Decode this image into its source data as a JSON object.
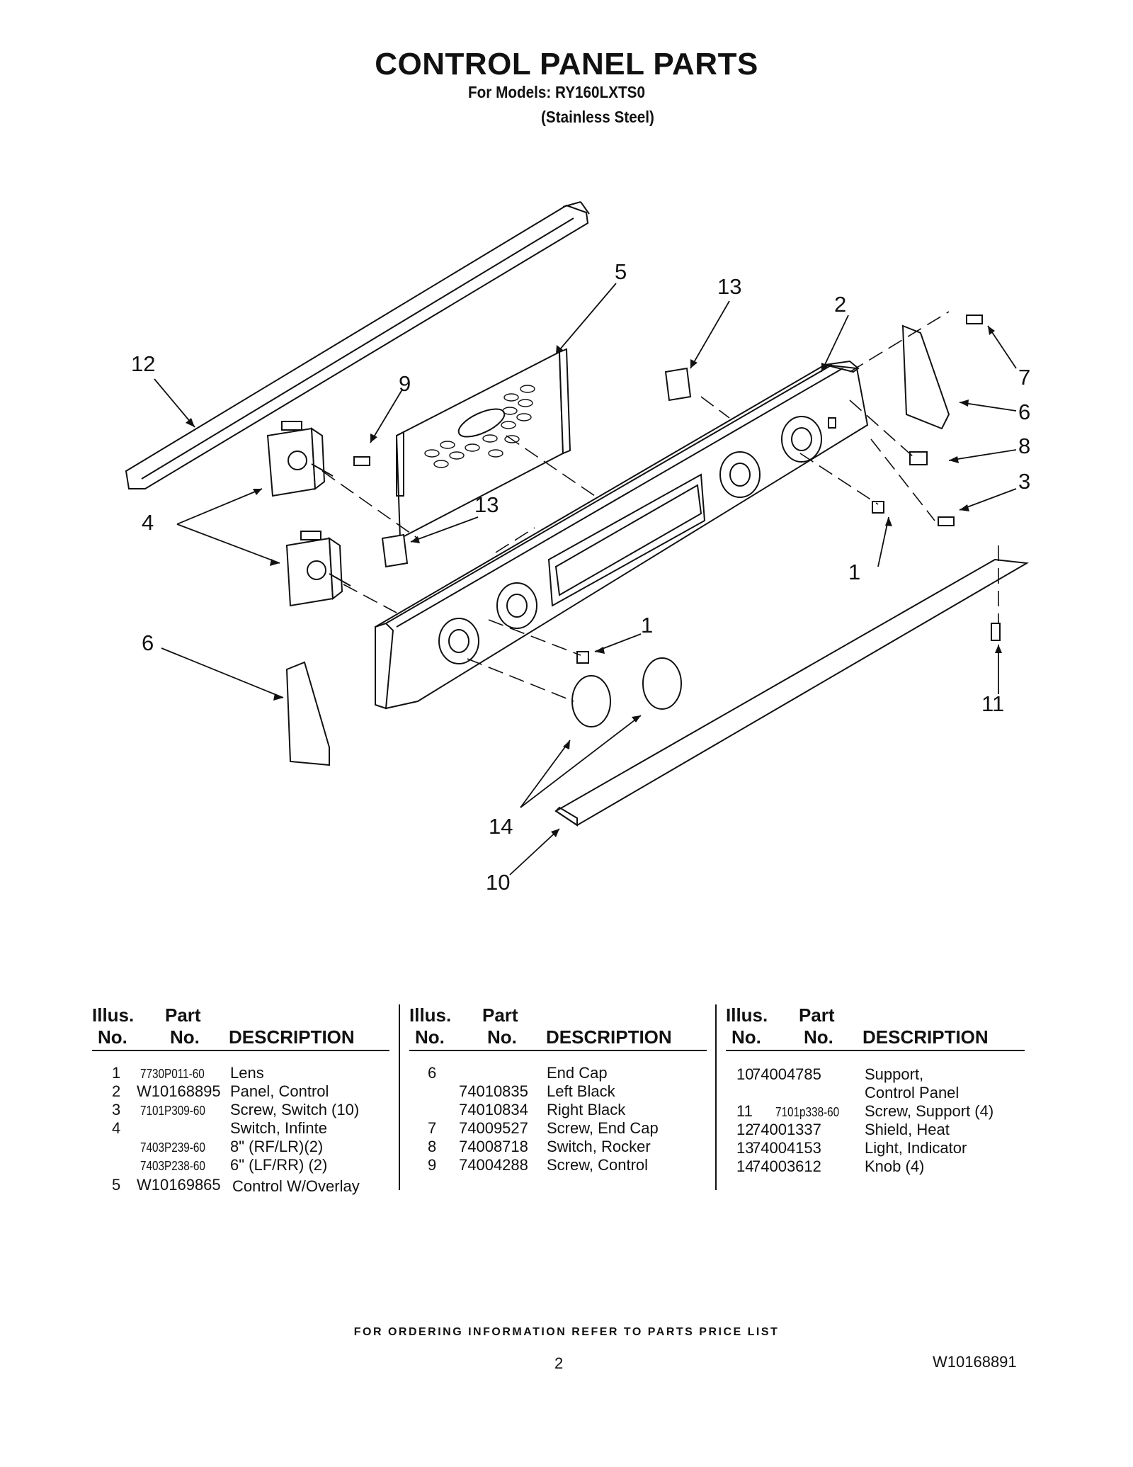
{
  "header": {
    "title": "CONTROL PANEL PARTS",
    "models_line": "For Models: RY160LXTS0",
    "finish_line": "(Stainless Steel)"
  },
  "diagram": {
    "callouts": [
      "1",
      "1",
      "2",
      "3",
      "4",
      "5",
      "6",
      "6",
      "7",
      "8",
      "9",
      "10",
      "11",
      "12",
      "13",
      "13",
      "14"
    ]
  },
  "table": {
    "headers": {
      "illus_top": "Illus.",
      "illus_bottom": "No.",
      "part_top": "Part",
      "part_bottom": "No.",
      "description": "DESCRIPTION"
    },
    "columns": [
      {
        "rows": [
          {
            "illus": "1",
            "part": "7730P011-60",
            "desc": "Lens"
          },
          {
            "illus": "2",
            "part": "W10168895",
            "desc": "Panel, Control"
          },
          {
            "illus": "3",
            "part": "7101P309-60",
            "desc": "Screw, Switch (10)"
          },
          {
            "illus": "4",
            "part": "",
            "desc": "Switch, Infinte"
          },
          {
            "illus": "",
            "part": "7403P239-60",
            "desc": "8\" (RF/LR)(2)"
          },
          {
            "illus": "",
            "part": "7403P238-60",
            "desc": "6\" (LF/RR) (2)"
          },
          {
            "illus": "5",
            "part": "W10169865",
            "desc": "Control W/Overlay"
          }
        ]
      },
      {
        "rows": [
          {
            "illus": "6",
            "part": "",
            "desc": "End Cap"
          },
          {
            "illus": "",
            "part": "74010835",
            "desc": "Left Black"
          },
          {
            "illus": "",
            "part": "74010834",
            "desc": "Right Black"
          },
          {
            "illus": "7",
            "part": "74009527",
            "desc": "Screw, End Cap"
          },
          {
            "illus": "8",
            "part": "74008718",
            "desc": "Switch, Rocker"
          },
          {
            "illus": "9",
            "part": "74004288",
            "desc": "Screw, Control"
          }
        ]
      },
      {
        "rows": [
          {
            "illus": "10",
            "part": "74004785",
            "desc": "Support,"
          },
          {
            "illus": "",
            "part": "",
            "desc": "Control Panel"
          },
          {
            "illus": "11",
            "part": "7101p338-60",
            "desc": "Screw, Support (4)"
          },
          {
            "illus": "12",
            "part": "74001337",
            "desc": "Shield, Heat"
          },
          {
            "illus": "13",
            "part": "74004153",
            "desc": "Light, Indicator"
          },
          {
            "illus": "14",
            "part": "74003612",
            "desc": "Knob (4)"
          }
        ]
      }
    ]
  },
  "footer": {
    "ordering_note": "FOR ORDERING INFORMATION REFER TO PARTS PRICE LIST",
    "page_number": "2",
    "document_number": "W10168891"
  }
}
